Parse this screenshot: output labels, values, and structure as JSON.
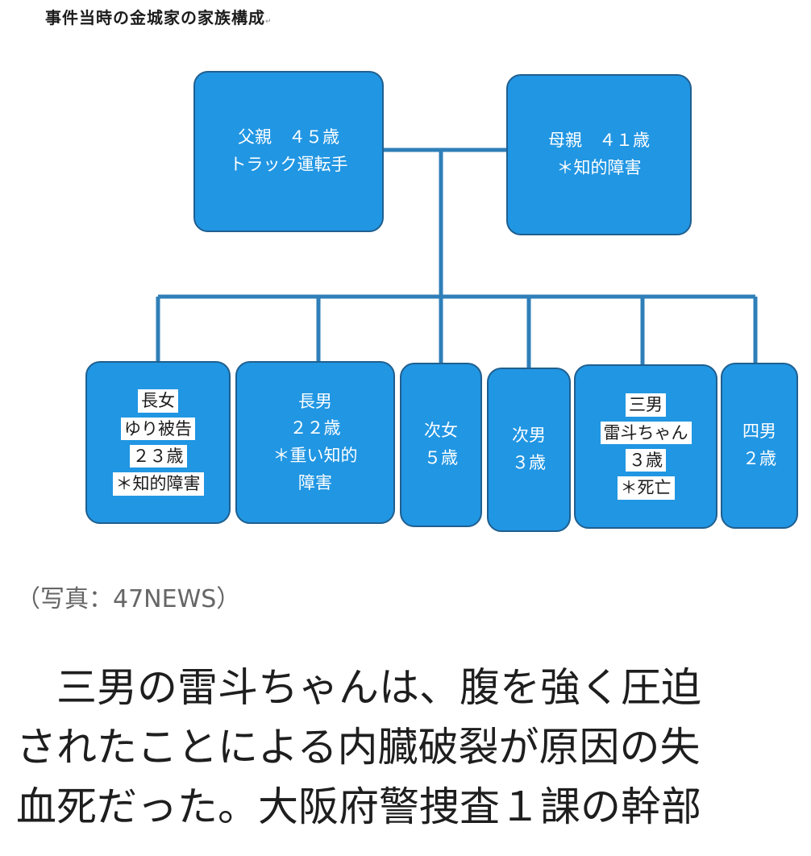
{
  "diagram": {
    "title": "事件当時の金城家の家族構成",
    "title_mark": "↵",
    "box_color": "#2196e3",
    "line_color": "#2f7fb8",
    "parents": [
      {
        "lines": [
          "父親　４５歳",
          "トラック運転手"
        ]
      },
      {
        "lines": [
          "母親　４１歳",
          "＊知的障害"
        ]
      }
    ],
    "children": [
      {
        "lines": [
          "長女",
          "ゆり被告",
          "２３歳",
          "＊知的障害"
        ],
        "highlighted": true
      },
      {
        "lines": [
          "長男",
          "２２歳",
          "＊重い知的",
          "障害"
        ],
        "highlighted": false
      },
      {
        "lines": [
          "次女",
          "５歳"
        ],
        "highlighted": false
      },
      {
        "lines": [
          "次男",
          "３歳"
        ],
        "highlighted": false
      },
      {
        "lines": [
          "三男",
          "雷斗ちゃん",
          "３歳",
          "＊死亡"
        ],
        "highlighted": true
      },
      {
        "lines": [
          "四男",
          "２歳"
        ],
        "highlighted": false
      }
    ]
  },
  "caption": "（写真：47NEWS）",
  "article": {
    "lines": [
      "三男の雷斗ちゃんは、腹を強く圧迫",
      "されたことによる内臓破裂が原因の失",
      "血死だった。大阪府警捜査１課の幹部"
    ]
  }
}
